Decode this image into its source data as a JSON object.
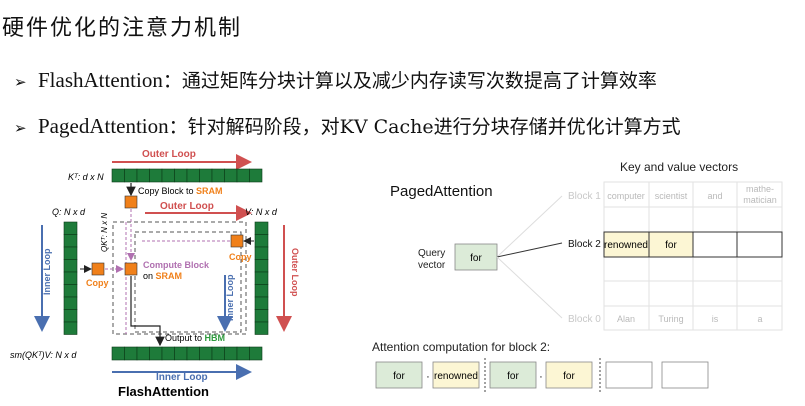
{
  "heading": "硬件优化的注意力机制",
  "bullets": [
    {
      "name": "FlashAttention",
      "text": "：通过矩阵分块计算以及减少内存读写次数提高了计算效率"
    },
    {
      "name": "PagedAttention",
      "text": "：针对解码阶段，对KV Cache进行分块存储并优化计算方式"
    }
  ],
  "flash": {
    "outer_loop_top": "Outer Loop",
    "outer_loop_mid": "Outer Loop",
    "outer_loop_right": "Outer Loop",
    "kt_label": "Kᵀ: d x N",
    "copy_block_prefix": "Copy Block to ",
    "sram": "SRAM",
    "q_label": "Q: N x d",
    "v_label": "V: N x d",
    "qk_label": "QKᵀ: N x N",
    "inner_loop_left": "Inner Loop",
    "inner_loop_mid": "Inner Loop",
    "inner_loop_bottom": "Inner Loop",
    "copy": "Copy",
    "compute_block_1": "Compute Block",
    "compute_block_2": "on ",
    "output_prefix": "Output to ",
    "hbm": "HBM",
    "sm_label": "sm(QKᵀ)V: N x d",
    "caption": "FlashAttention"
  },
  "paged": {
    "title": "PagedAttention",
    "kv_title": "Key and value vectors",
    "query_label_1": "Query",
    "query_label_2": "vector",
    "query_token": "for",
    "blocks": [
      {
        "label": "Block 1",
        "cells": [
          "computer",
          "scientist",
          "and",
          "mathe-",
          "matician"
        ]
      },
      {
        "label": "Block 2",
        "cells": [
          "renowned",
          "for",
          "",
          ""
        ]
      },
      {
        "label": "Block 0",
        "cells": [
          "Alan",
          "Turing",
          "is",
          "a"
        ]
      }
    ],
    "attention_title": "Attention computation for block 2:",
    "attention_cells": [
      "for",
      "renowned",
      "for",
      "for"
    ],
    "dot": "·"
  },
  "colors": {
    "green": "#1e7b3a",
    "orange": "#f0801a",
    "red": "#d05050",
    "blue": "#4a6fb0",
    "query_fill": "#dcebd8",
    "highlight_fill": "#fcf6d4"
  }
}
